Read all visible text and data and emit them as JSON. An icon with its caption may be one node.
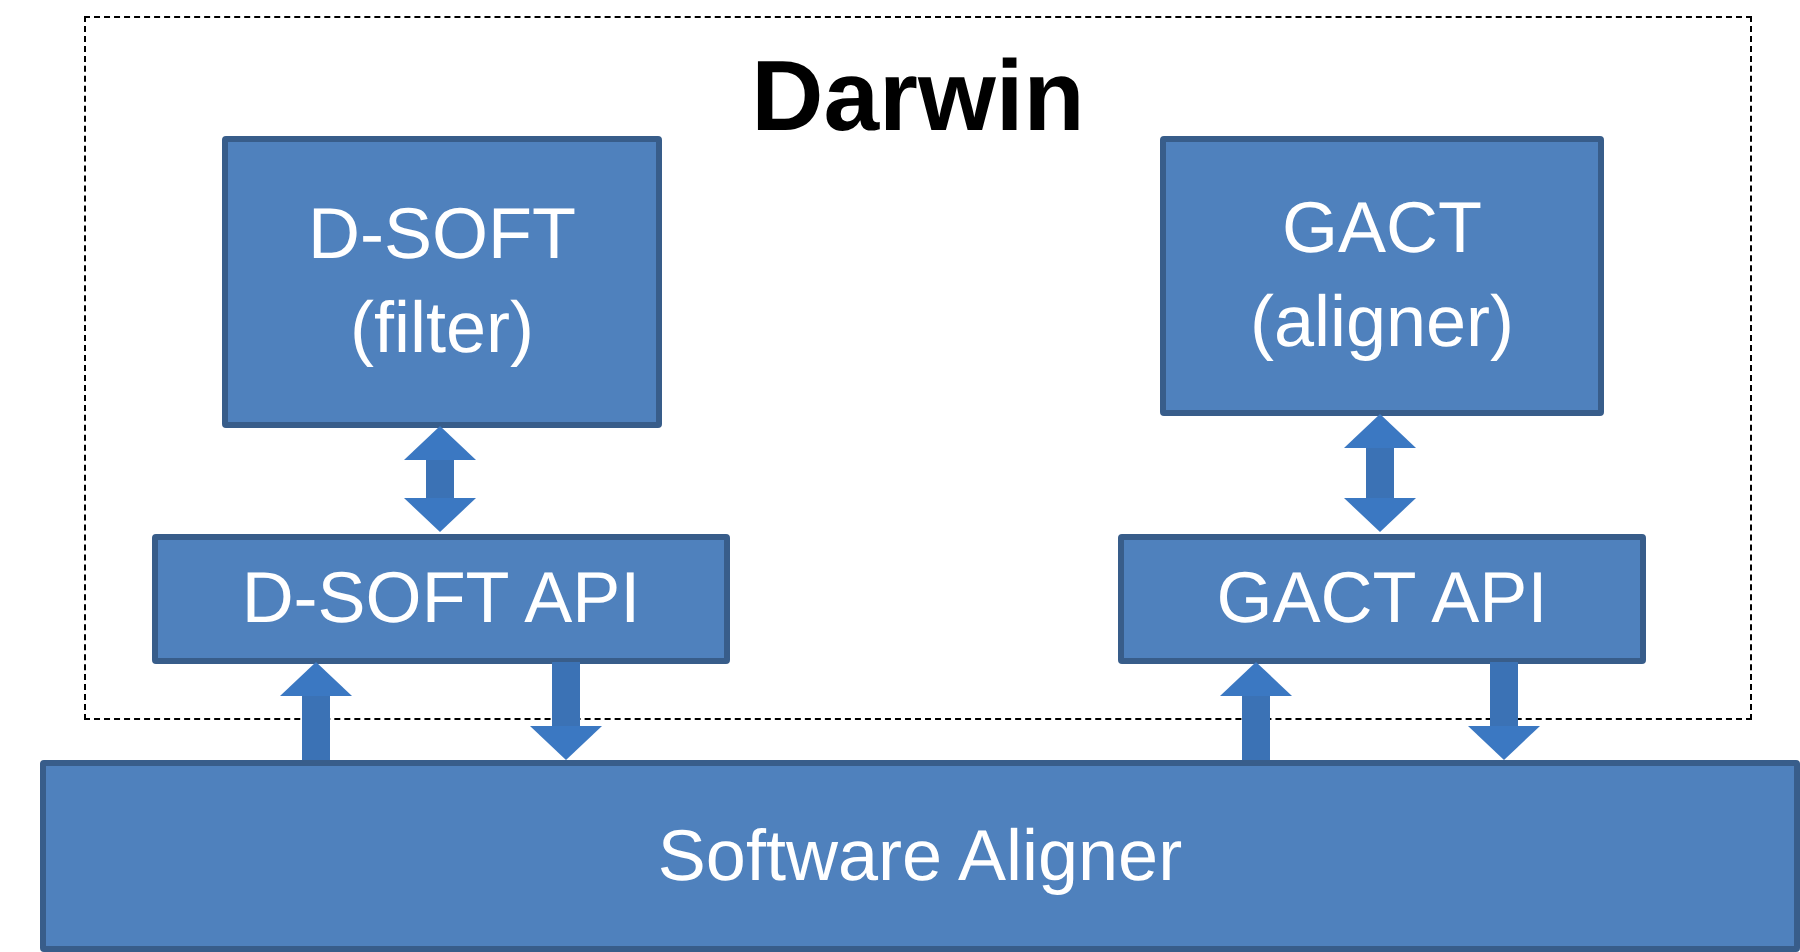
{
  "diagram": {
    "nodes": [
      {
        "text": [
          "Darwin"
        ]
      },
      {
        "text": [
          "D-SOFT (filter)"
        ],
        "in": 0
      },
      {
        "text": [
          "GACT (aligner)"
        ],
        "in": 0
      },
      {
        "text": [
          "D-SOFT API"
        ],
        "in": 0
      },
      {
        "text": [
          "GACT API"
        ],
        "in": 0
      },
      {
        "text": [
          "Software Aligner"
        ]
      }
    ],
    "edges": [
      {
        "from": 1,
        "to": 3,
        "arrow": "both"
      },
      {
        "from": 2,
        "to": 4,
        "arrow": "both"
      },
      {
        "from": 5,
        "to": 3,
        "arrow": "to"
      },
      {
        "from": 3,
        "to": 5,
        "arrow": "to"
      },
      {
        "from": 5,
        "to": 4,
        "arrow": "to"
      },
      {
        "from": 4,
        "to": 5,
        "arrow": "to"
      }
    ]
  }
}
